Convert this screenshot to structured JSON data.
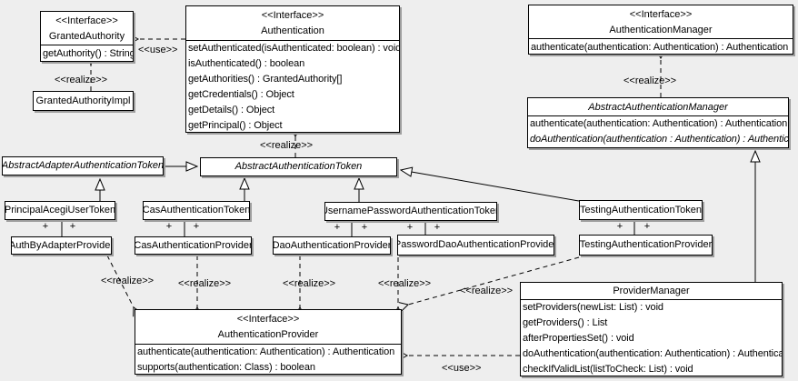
{
  "diagram": {
    "background_color": "#eeeeee",
    "box_fill_color": "#ffffff",
    "line_color": "#000000",
    "shadow_color": "#9e9e9e"
  },
  "labels": {
    "use": "<<use>>",
    "realize": "<<realize>>",
    "plus": "+"
  },
  "classes": {
    "granted_authority": {
      "stereotype": "<<Interface>>",
      "name": "GrantedAuthority",
      "methods": [
        "getAuthority() : String"
      ]
    },
    "granted_authority_impl": {
      "name": "GrantedAuthorityImpl"
    },
    "authentication": {
      "stereotype": "<<Interface>>",
      "name": "Authentication",
      "methods": [
        "setAuthenticated(isAuthenticated: boolean) : void",
        "isAuthenticated() : boolean",
        "getAuthorities() : GrantedAuthority[]",
        "getCredentials() : Object",
        "getDetails() : Object",
        "getPrincipal() : Object"
      ]
    },
    "authentication_manager": {
      "stereotype": "<<Interface>>",
      "name": "AuthenticationManager",
      "methods": [
        "authenticate(authentication: Authentication) : Authentication"
      ]
    },
    "abstract_authentication_manager": {
      "name": "AbstractAuthenticationManager",
      "abstract": true,
      "methods": [
        "authenticate(authentication: Authentication) : Authentication",
        "doAuthentication(authentication : Authentication) : Authentication"
      ]
    },
    "abstract_adapter_authentication_token": {
      "name": "AbstractAdapterAuthenticationToken",
      "abstract": true
    },
    "abstract_authentication_token": {
      "name": "AbstractAuthenticationToken",
      "abstract": true
    },
    "principal_acegi_user_token": {
      "name": "PrincipalAcegiUserToken"
    },
    "cas_authentication_token": {
      "name": "CasAuthenticationToken"
    },
    "username_password_authentication_token": {
      "name": "UsernamePasswordAuthenticationToken"
    },
    "testing_authentication_token": {
      "name": "TestingAuthenticationToken"
    },
    "auth_by_adapter_provider": {
      "name": "AuthByAdapterProvider"
    },
    "cas_authentication_provider": {
      "name": "CasAuthenticationProvider"
    },
    "dao_authentication_provider": {
      "name": "DaoAuthenticationProvider"
    },
    "password_dao_authentication_provider": {
      "name": "PasswordDaoAuthenticationProvider"
    },
    "testing_authentication_provider": {
      "name": "TestingAuthenticationProvider"
    },
    "authentication_provider": {
      "stereotype": "<<Interface>>",
      "name": "AuthenticationProvider",
      "methods": [
        "authenticate(authentication: Authentication) : Authentication",
        "supports(authentication: Class) : boolean"
      ]
    },
    "provider_manager": {
      "name": "ProviderManager",
      "methods": [
        "setProviders(newList: List) : void",
        "getProviders() : List",
        "afterPropertiesSet() : void",
        "doAuthentication(authentication: Authentication) : Authentication",
        "checkIfValidList(listToCheck: List) : void"
      ]
    }
  },
  "relationships": [
    {
      "from": "Authentication",
      "to": "GrantedAuthority",
      "type": "dependency",
      "label": "<<use>>"
    },
    {
      "from": "GrantedAuthorityImpl",
      "to": "GrantedAuthority",
      "type": "realization",
      "label": "<<realize>>"
    },
    {
      "from": "AbstractAuthenticationToken",
      "to": "Authentication",
      "type": "realization",
      "label": "<<realize>>"
    },
    {
      "from": "AbstractAuthenticationManager",
      "to": "AuthenticationManager",
      "type": "realization",
      "label": "<<realize>>"
    },
    {
      "from": "AbstractAdapterAuthenticationToken",
      "to": "AbstractAuthenticationToken",
      "type": "generalization"
    },
    {
      "from": "PrincipalAcegiUserToken",
      "to": "AbstractAdapterAuthenticationToken",
      "type": "generalization"
    },
    {
      "from": "CasAuthenticationToken",
      "to": "AbstractAuthenticationToken",
      "type": "generalization"
    },
    {
      "from": "UsernamePasswordAuthenticationToken",
      "to": "AbstractAuthenticationToken",
      "type": "generalization"
    },
    {
      "from": "TestingAuthenticationToken",
      "to": "AbstractAuthenticationToken",
      "type": "generalization"
    },
    {
      "from": "ProviderManager",
      "to": "AbstractAuthenticationManager",
      "type": "generalization"
    },
    {
      "from": "PrincipalAcegiUserToken",
      "to": "AuthByAdapterProvider",
      "type": "association"
    },
    {
      "from": "CasAuthenticationToken",
      "to": "CasAuthenticationProvider",
      "type": "association"
    },
    {
      "from": "UsernamePasswordAuthenticationToken",
      "to": "DaoAuthenticationProvider",
      "type": "association"
    },
    {
      "from": "UsernamePasswordAuthenticationToken",
      "to": "PasswordDaoAuthenticationProvider",
      "type": "association"
    },
    {
      "from": "TestingAuthenticationToken",
      "to": "TestingAuthenticationProvider",
      "type": "association"
    },
    {
      "from": "AuthByAdapterProvider",
      "to": "AuthenticationProvider",
      "type": "realization",
      "label": "<<realize>>"
    },
    {
      "from": "CasAuthenticationProvider",
      "to": "AuthenticationProvider",
      "type": "realization",
      "label": "<<realize>>"
    },
    {
      "from": "DaoAuthenticationProvider",
      "to": "AuthenticationProvider",
      "type": "realization",
      "label": "<<realize>>"
    },
    {
      "from": "PasswordDaoAuthenticationProvider",
      "to": "AuthenticationProvider",
      "type": "realization",
      "label": "<<realize>>"
    },
    {
      "from": "TestingAuthenticationProvider",
      "to": "AuthenticationProvider",
      "type": "realization",
      "label": "<<realize>>"
    },
    {
      "from": "ProviderManager",
      "to": "AuthenticationProvider",
      "type": "dependency",
      "label": "<<use>>"
    }
  ]
}
